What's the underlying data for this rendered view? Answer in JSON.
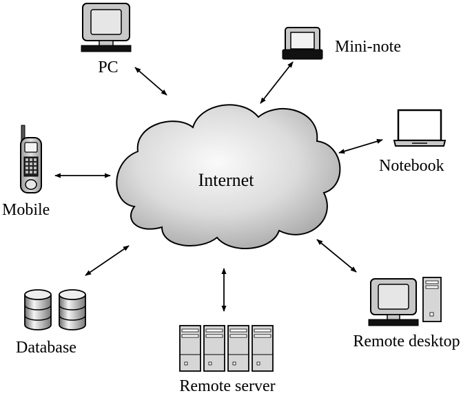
{
  "diagram": {
    "center_label": "Internet",
    "nodes": [
      {
        "id": "pc",
        "label": "PC",
        "icon": "pc-icon"
      },
      {
        "id": "mini-note",
        "label": "Mini-note",
        "icon": "mini-note-icon"
      },
      {
        "id": "notebook",
        "label": "Notebook",
        "icon": "notebook-icon"
      },
      {
        "id": "mobile",
        "label": "Mobile",
        "icon": "mobile-phone-icon"
      },
      {
        "id": "database",
        "label": "Database",
        "icon": "database-icon"
      },
      {
        "id": "remote-server",
        "label": "Remote server",
        "icon": "server-rack-icon"
      },
      {
        "id": "remote-desktop",
        "label": "Remote desktop",
        "icon": "desktop-tower-icon"
      }
    ],
    "links": [
      "pc",
      "mini-note",
      "notebook",
      "mobile",
      "database",
      "remote-server",
      "remote-desktop"
    ]
  },
  "colors": {
    "stroke": "#000000",
    "cloud_light": "#fafafa",
    "cloud_dark": "#a8a8a8",
    "device_gray": "#c8c8c8",
    "screen_gray": "#e6e6e6"
  }
}
